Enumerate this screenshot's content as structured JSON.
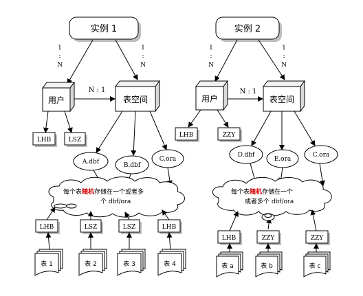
{
  "left": {
    "instance": "实例 1",
    "ratio_user": [
      "1",
      ":",
      "N"
    ],
    "ratio_ts": [
      "1",
      ":",
      "N"
    ],
    "user": "用户",
    "tablespace": "表空间",
    "n1": "N : 1",
    "users": [
      "LHB",
      "LSZ"
    ],
    "files": [
      "A.dbf",
      "B.dbf",
      "C.ora"
    ],
    "cloud": {
      "pre": "每个表",
      "red": "随机",
      "post": "存储在一个或者多",
      "line2": "个 dbf/ora"
    },
    "owners": [
      "LHB",
      "LSZ",
      "LSZ",
      "LHB"
    ],
    "tables": [
      "表 1",
      "表 2",
      "表 3",
      "表 4"
    ]
  },
  "right": {
    "instance": "实例 2",
    "ratio_user": [
      "1",
      ":",
      "N"
    ],
    "ratio_ts": [
      "1",
      ":",
      "N"
    ],
    "user": "用户",
    "tablespace": "表空间",
    "n1": "N : 1",
    "users": [
      "LHB",
      "ZZY"
    ],
    "files": [
      "D.dbf",
      "E.ora",
      "C.ora"
    ],
    "cloud": {
      "pre": "每个表",
      "red": "随机",
      "post": "存储在一个",
      "line2": "或者多个 dbf/ora"
    },
    "owners": [
      "LHB",
      "ZZY",
      "ZZY"
    ],
    "tables": [
      "表 a",
      "表 b",
      "表 c"
    ]
  }
}
